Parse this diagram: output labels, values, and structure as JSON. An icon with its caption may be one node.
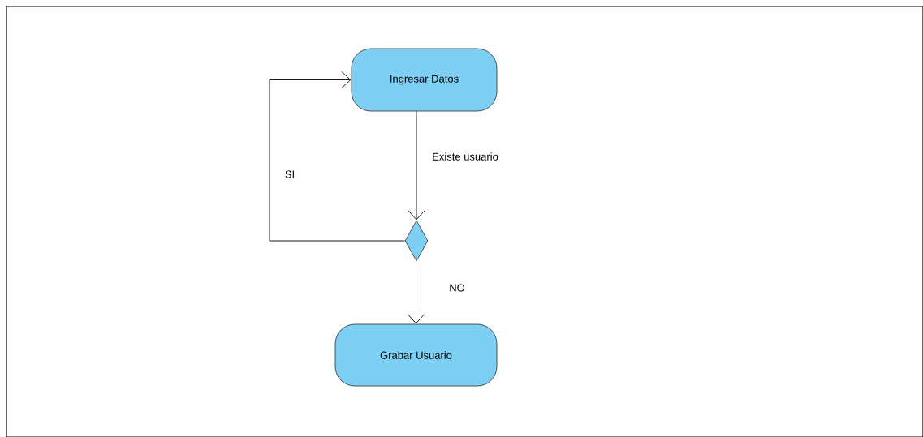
{
  "diagram": {
    "nodes": [
      {
        "text": [
          "Ingresar Datos"
        ]
      },
      {
        "text": [],
        "shape": "diamond"
      },
      {
        "text": [
          "Grabar Usuario"
        ]
      }
    ],
    "edges": [
      {
        "from": 0,
        "to": 1,
        "arrow": "to",
        "label": "Existe usuario"
      },
      {
        "from": 1,
        "to": 0,
        "arrow": "to",
        "label": "SI"
      },
      {
        "from": 1,
        "to": 2,
        "arrow": "to",
        "label": "NO"
      }
    ]
  }
}
